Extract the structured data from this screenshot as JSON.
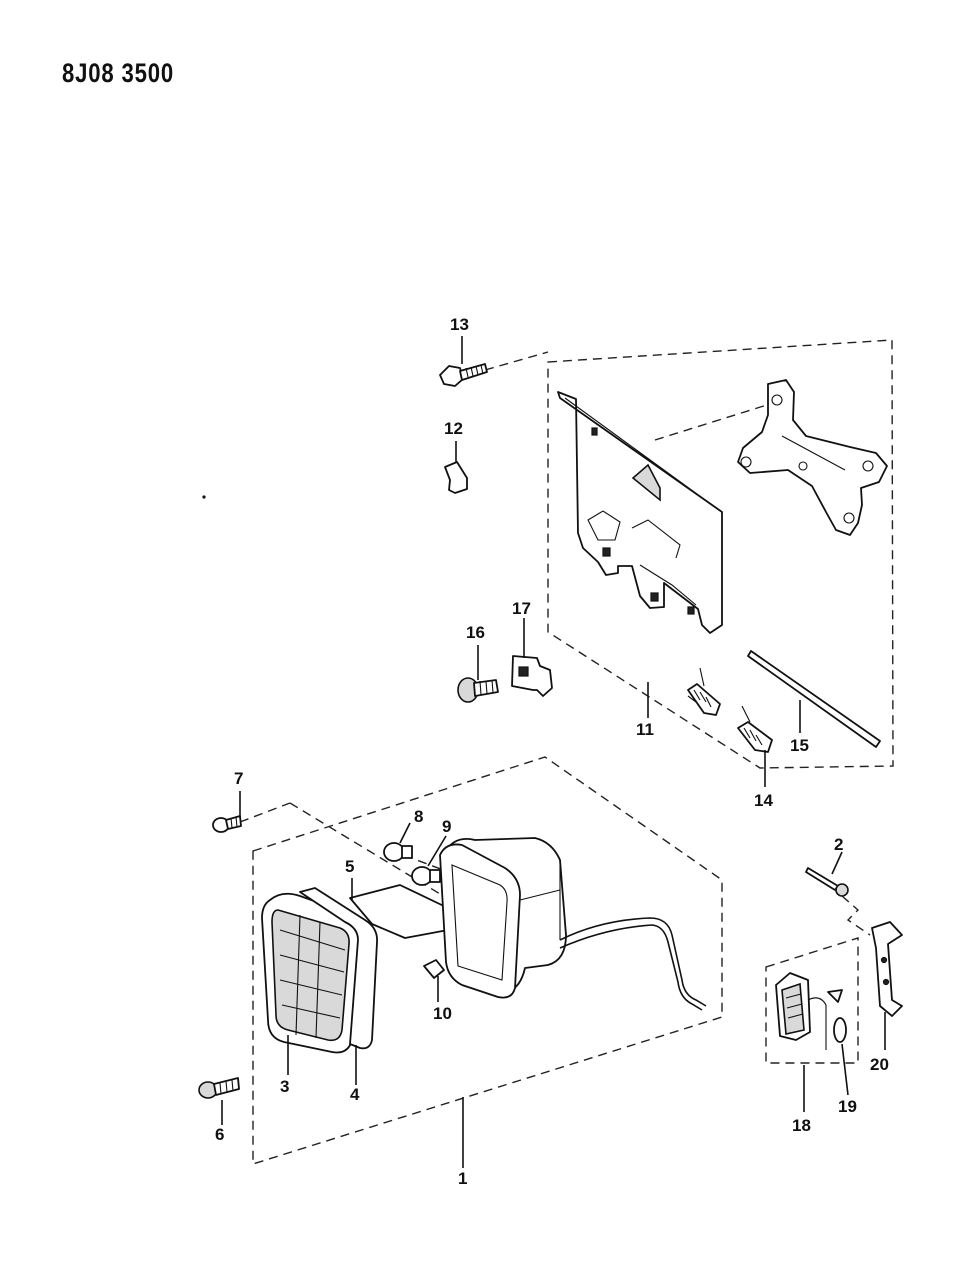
{
  "document": {
    "id": "8J08 3500"
  },
  "callouts": [
    {
      "id": "c1",
      "label": "1"
    },
    {
      "id": "c2",
      "label": "2"
    },
    {
      "id": "c3",
      "label": "3"
    },
    {
      "id": "c4",
      "label": "4"
    },
    {
      "id": "c5",
      "label": "5"
    },
    {
      "id": "c6",
      "label": "6"
    },
    {
      "id": "c7",
      "label": "7"
    },
    {
      "id": "c8",
      "label": "8"
    },
    {
      "id": "c9",
      "label": "9"
    },
    {
      "id": "c10",
      "label": "10"
    },
    {
      "id": "c11",
      "label": "11"
    },
    {
      "id": "c12",
      "label": "12"
    },
    {
      "id": "c13",
      "label": "13"
    },
    {
      "id": "c14",
      "label": "14"
    },
    {
      "id": "c15",
      "label": "15"
    },
    {
      "id": "c16",
      "label": "16"
    },
    {
      "id": "c17",
      "label": "17"
    },
    {
      "id": "c18",
      "label": "18"
    },
    {
      "id": "c19",
      "label": "19"
    },
    {
      "id": "c20",
      "label": "20"
    }
  ]
}
